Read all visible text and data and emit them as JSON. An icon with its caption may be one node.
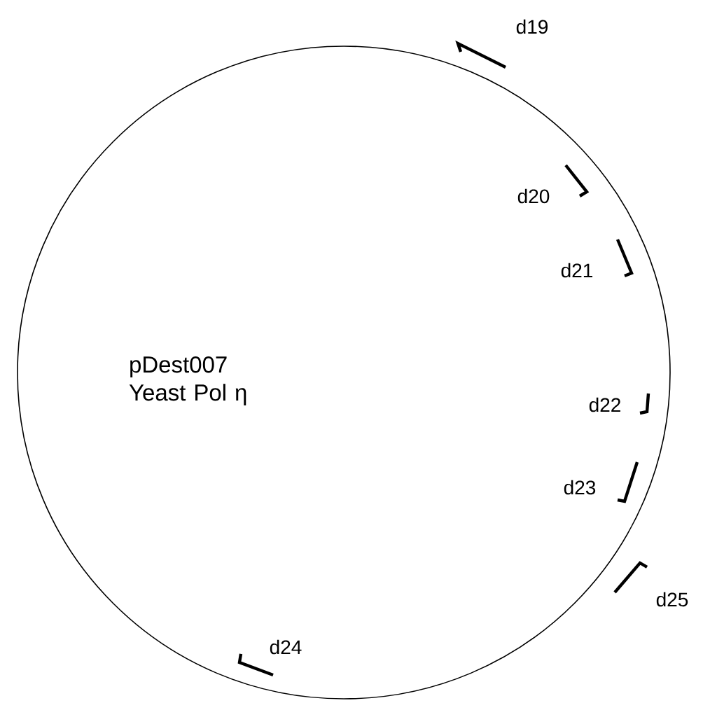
{
  "diagram": {
    "nodes": [
      {
        "text": [
          "pDest007 Yeast Pol η"
        ]
      }
    ],
    "labels": [
      "d19",
      "d20",
      "d21",
      "d22",
      "d23",
      "d25",
      "d24"
    ]
  }
}
